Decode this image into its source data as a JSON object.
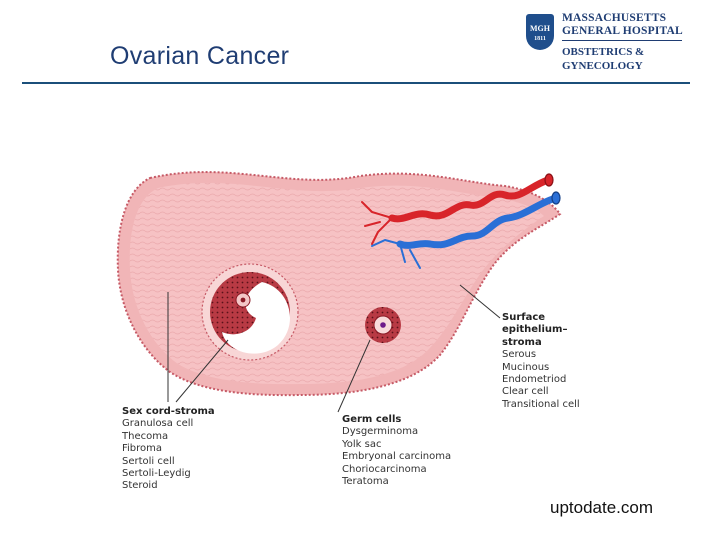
{
  "header": {
    "title": "Ovarian Cancer"
  },
  "logo": {
    "shield_text": "MGH",
    "shield_sub": "1811",
    "line1": "MASSACHUSETTS",
    "line2": "GENERAL HOSPITAL",
    "line3": "OBSTETRICS &",
    "line4": "GYNECOLOGY"
  },
  "diagram": {
    "surface": {
      "heading_line1": "Surface",
      "heading_line2": "epithelium–",
      "heading_line3": "stroma",
      "items": [
        "Serous",
        "Mucinous",
        "Endometriod",
        "Clear cell",
        "Transitional cell"
      ]
    },
    "sex_cord": {
      "heading": "Sex cord-stroma",
      "items": [
        "Granulosa cell",
        "Thecoma",
        "Fibroma",
        "Sertoli cell",
        "Sertoli-Leydig",
        "Steroid"
      ]
    },
    "germ": {
      "heading": "Germ cells",
      "items": [
        "Dysgerminoma",
        "Yolk sac",
        "Embryonal carcinoma",
        "Choriocarcinoma",
        "Teratoma"
      ]
    }
  },
  "footer": {
    "source": "uptodate.com"
  },
  "colors": {
    "title": "#1f3d73",
    "rule": "#1b4f7a",
    "ovary_outer": "#f2b9b9",
    "ovary_inner": "#f5c4c4",
    "follicle": "#b83a44",
    "artery": "#d8242a",
    "vein": "#2a6fd6"
  }
}
